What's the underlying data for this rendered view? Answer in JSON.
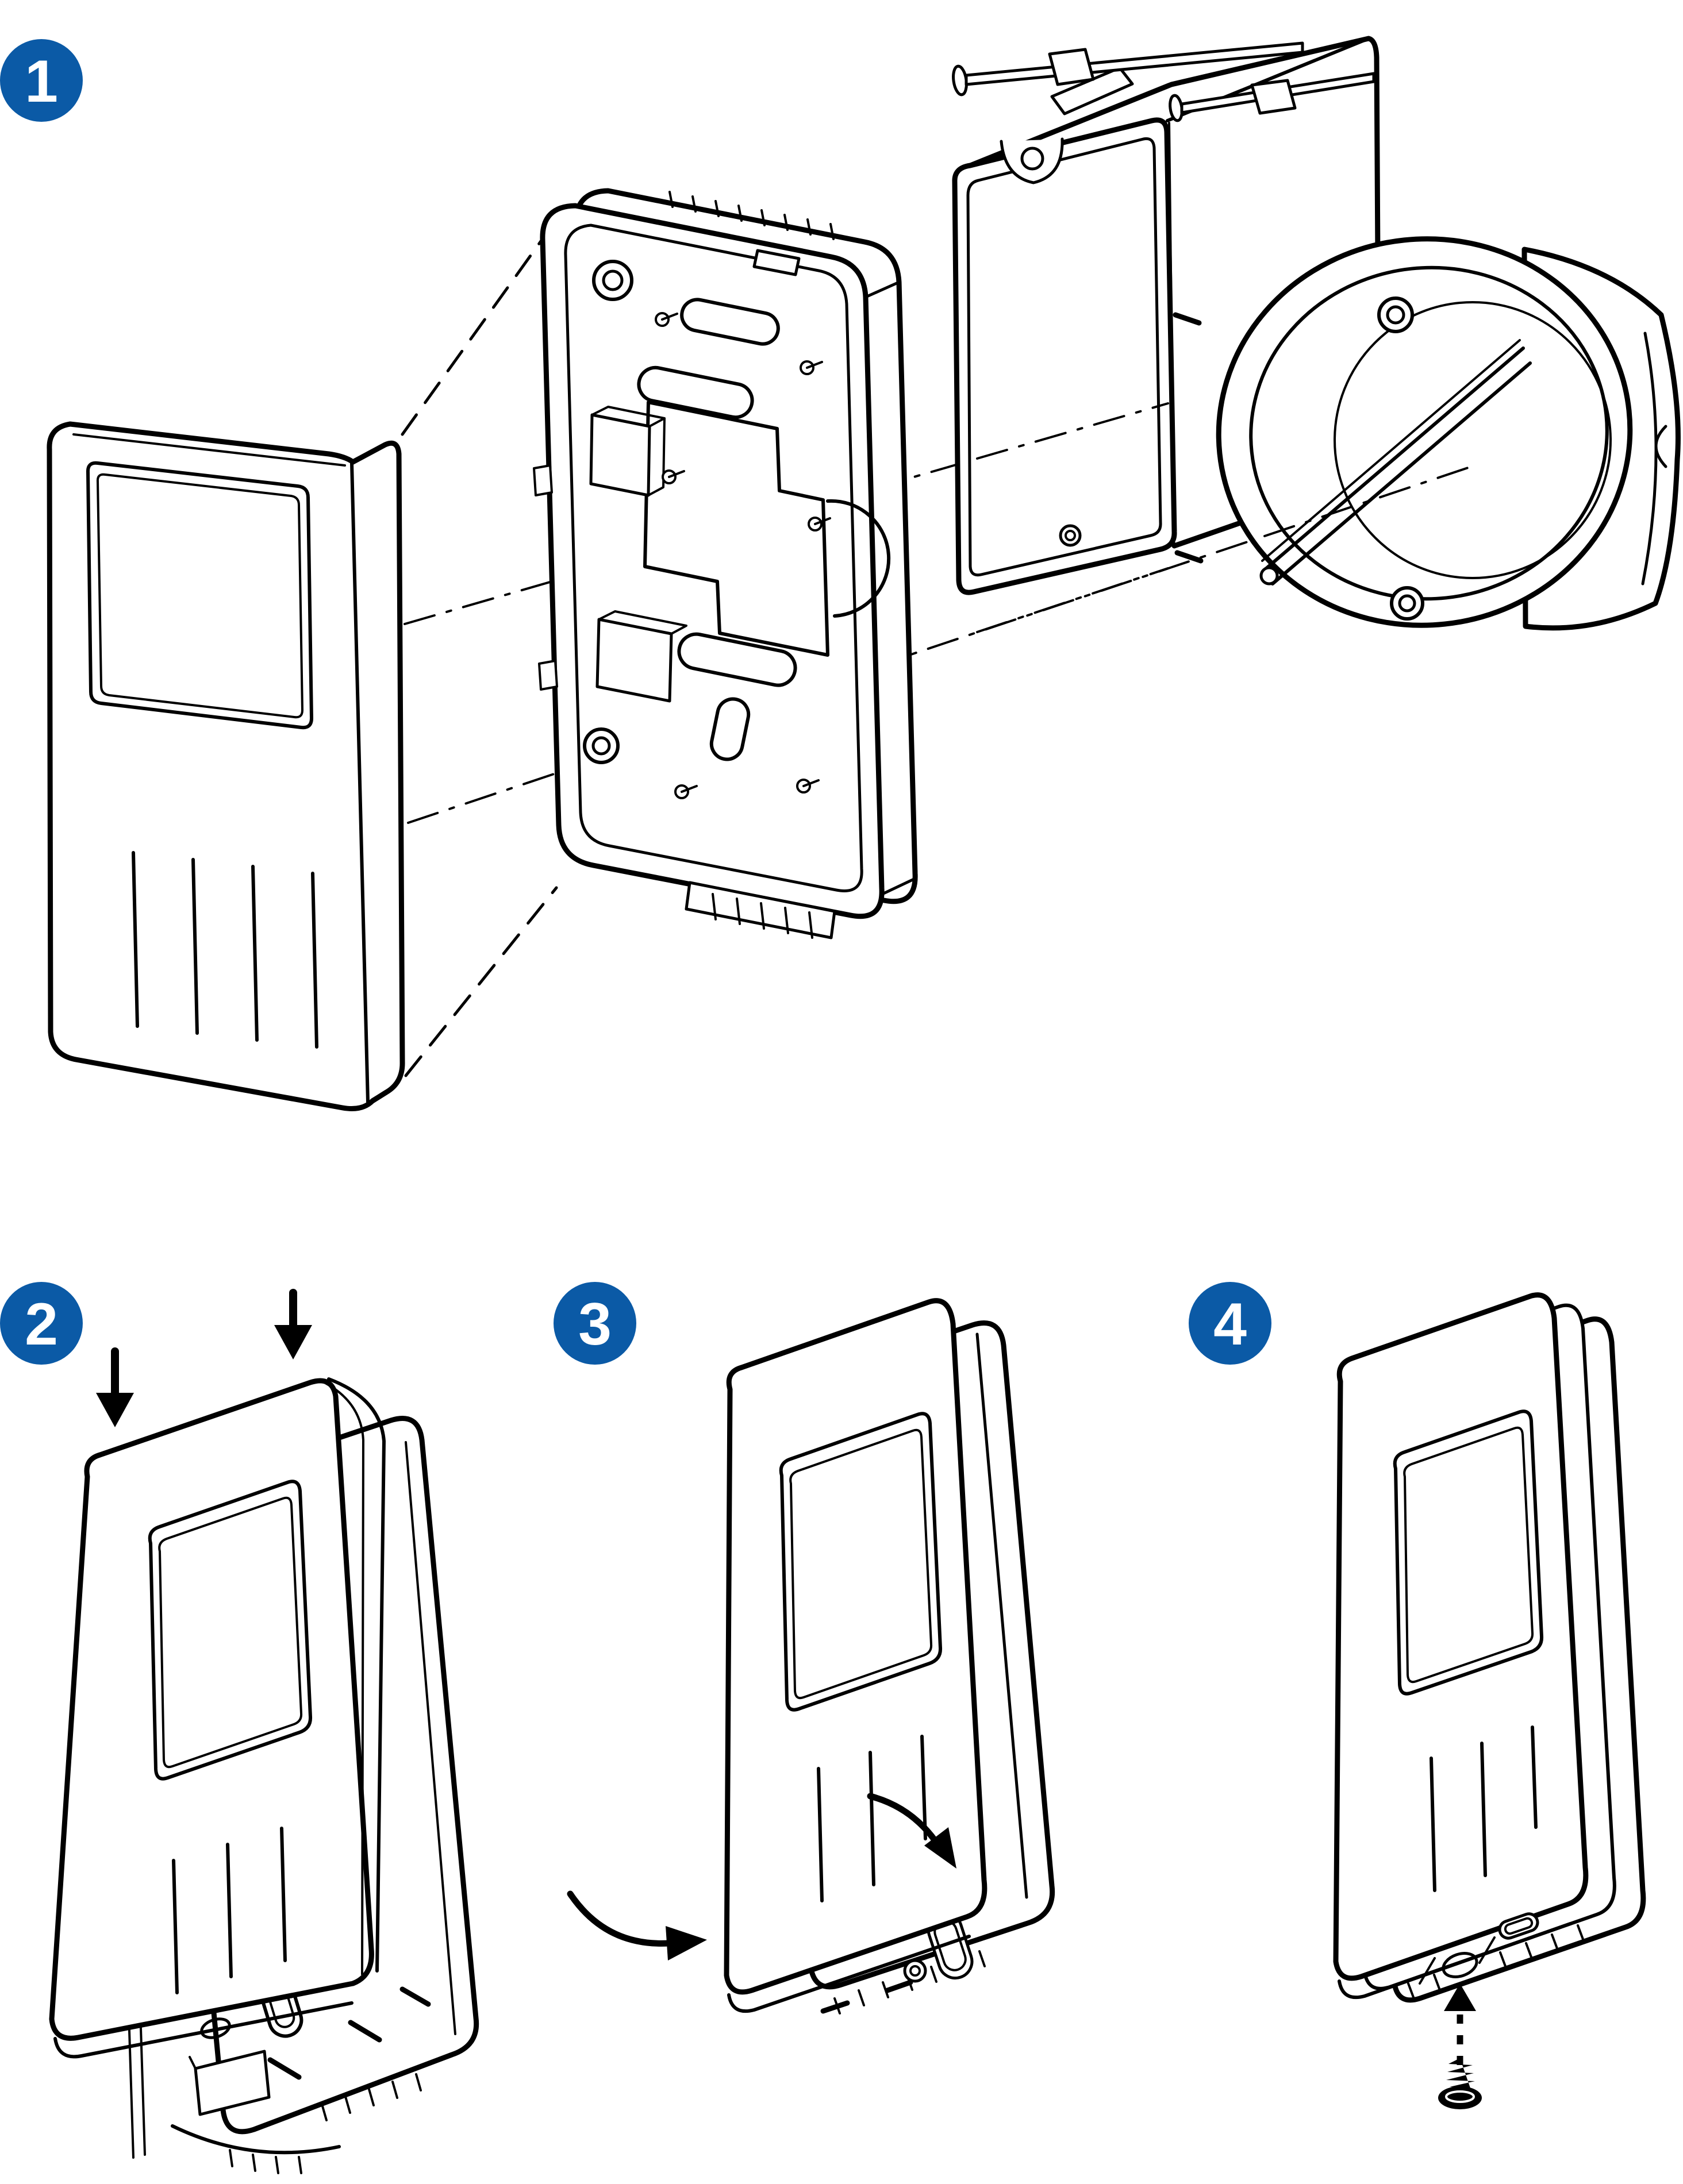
{
  "figure": {
    "background": "#ffffff",
    "line_color": "#000000"
  },
  "badge_style": {
    "fill": "#0b5aa6",
    "text_color": "#ffffff"
  },
  "steps": [
    {
      "number": "1",
      "name": "exploded-parts-overview",
      "parts": [
        "front-cover",
        "mounting-backplate",
        "single-gang-electrical-box",
        "round-flush-mount-box",
        "mounting-nails",
        "alignment-dashed-lines"
      ]
    },
    {
      "number": "2",
      "name": "hook-cover-top-onto-backplate",
      "annotations": [
        "press-down-arrow-left",
        "press-down-arrow-right"
      ]
    },
    {
      "number": "3",
      "name": "swing-cover-closed",
      "annotations": [
        "swing-arrow-left",
        "swing-arrow-right"
      ]
    },
    {
      "number": "4",
      "name": "fasten-bottom-security-screw",
      "annotations": [
        "insert-direction-dotted-arrow",
        "security-screw"
      ]
    }
  ]
}
